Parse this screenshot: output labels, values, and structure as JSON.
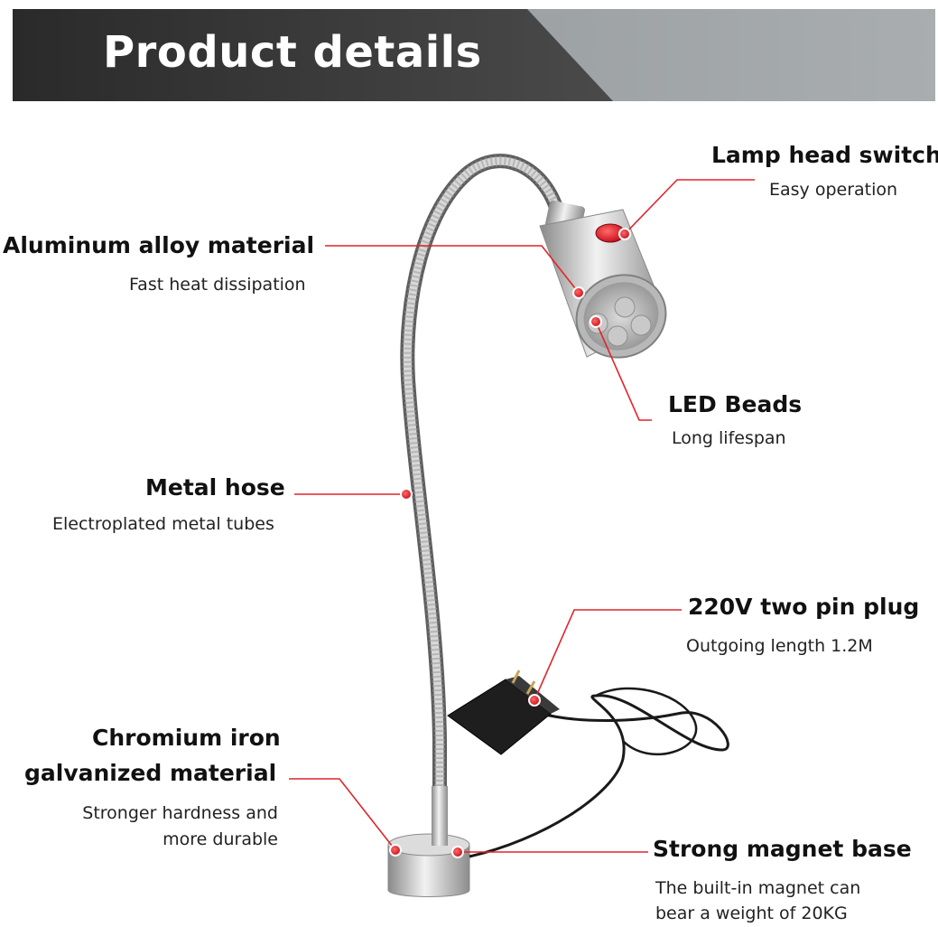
{
  "header": {
    "title": "Product details"
  },
  "features": {
    "lamp_switch": {
      "title": "Lamp head switch",
      "desc": "Easy operation"
    },
    "aluminum": {
      "title": "Aluminum alloy material",
      "desc": "Fast heat dissipation"
    },
    "led": {
      "title": "LED Beads",
      "desc": "Long lifespan"
    },
    "hose": {
      "title": "Metal hose",
      "desc": "Electroplated metal tubes"
    },
    "plug": {
      "title": "220V two pin plug",
      "desc": "Outgoing length 1.2M"
    },
    "chromium": {
      "title_line1": "Chromium iron",
      "title_line2": "galvanized material",
      "desc_line1": "Stronger hardness and",
      "desc_line2": "more durable"
    },
    "magnet": {
      "title": "Strong magnet base",
      "desc_line1": "The built-in magnet can",
      "desc_line2": "bear a weight of 20KG"
    }
  },
  "colors": {
    "accent": "#e0242a",
    "banner_dark": "#2f2f2f",
    "banner_light": "#9ea3a6"
  }
}
